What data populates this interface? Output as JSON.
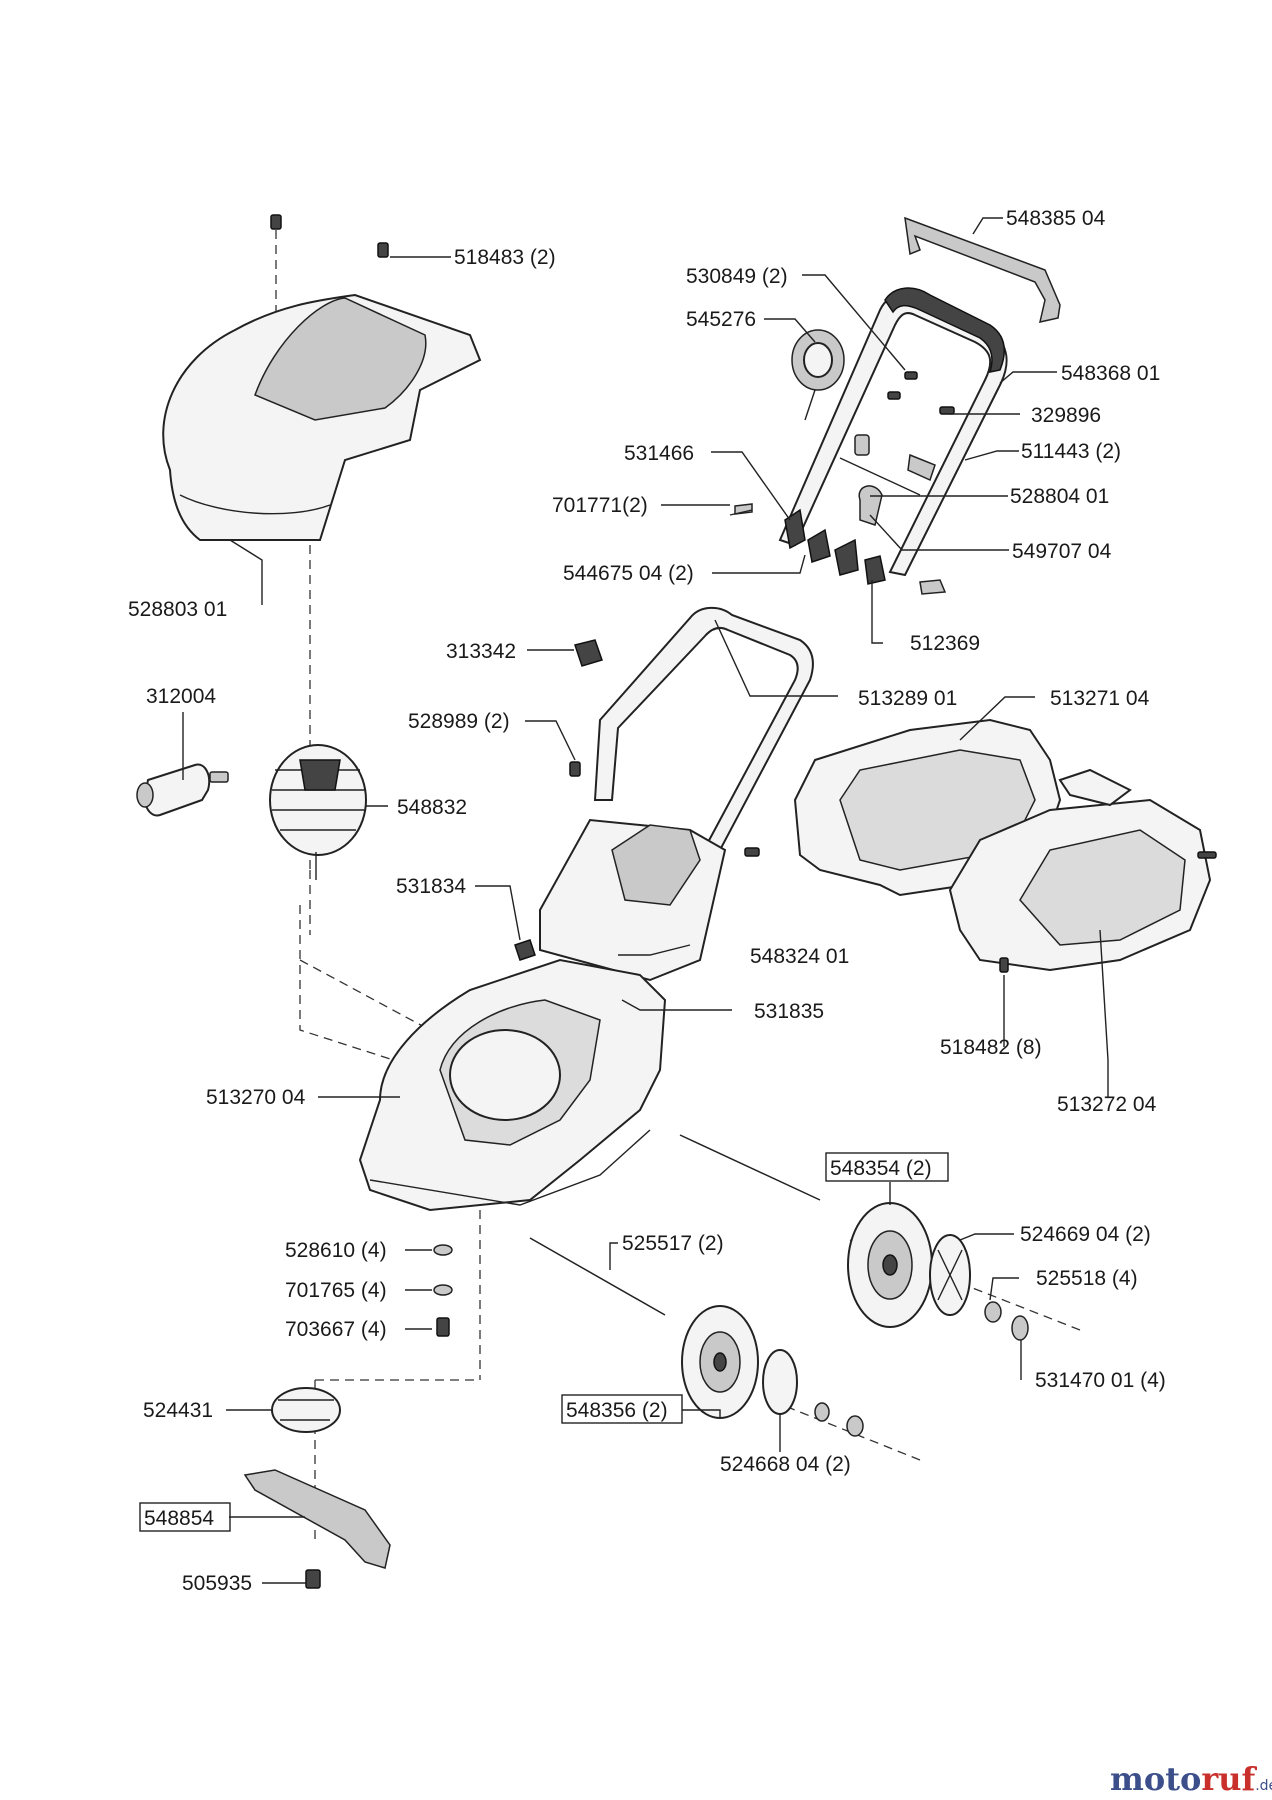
{
  "labels": {
    "p548385": "548385 04",
    "p518483": "518483 (2)",
    "p530849": "530849 (2)",
    "p545276": "545276",
    "p548368": "548368 01",
    "p329896": "329896",
    "p531466": "531466",
    "p511443": "511443 (2)",
    "p701771": "701771(2)",
    "p528804": "528804 01",
    "p549707": "549707 04",
    "p544675": "544675 04 (2)",
    "p528803": "528803 01",
    "p512369": "512369",
    "p313342": "313342",
    "p312004": "312004",
    "p513289": "513289 01",
    "p513271": "513271 04",
    "p528989": "528989 (2)",
    "p548832": "548832",
    "p531834": "531834",
    "p548324": "548324 01",
    "p531835": "531835",
    "p518482": "518482 (8)",
    "p513270": "513270 04",
    "p513272": "513272 04",
    "p548354": "548354 (2)",
    "p524669": "524669 04 (2)",
    "p525517": "525517 (2)",
    "p528610": "528610 (4)",
    "p525518": "525518 (4)",
    "p701765": "701765 (4)",
    "p703667": "703667 (4)",
    "p531470": "531470 01 (4)",
    "p524431": "524431",
    "p548356": "548356 (2)",
    "p524668": "524668 04 (2)",
    "p548854": "548854",
    "p505935": "505935"
  },
  "watermark": {
    "part1": "moto",
    "part2": "ruf",
    "suffix": ".de"
  }
}
